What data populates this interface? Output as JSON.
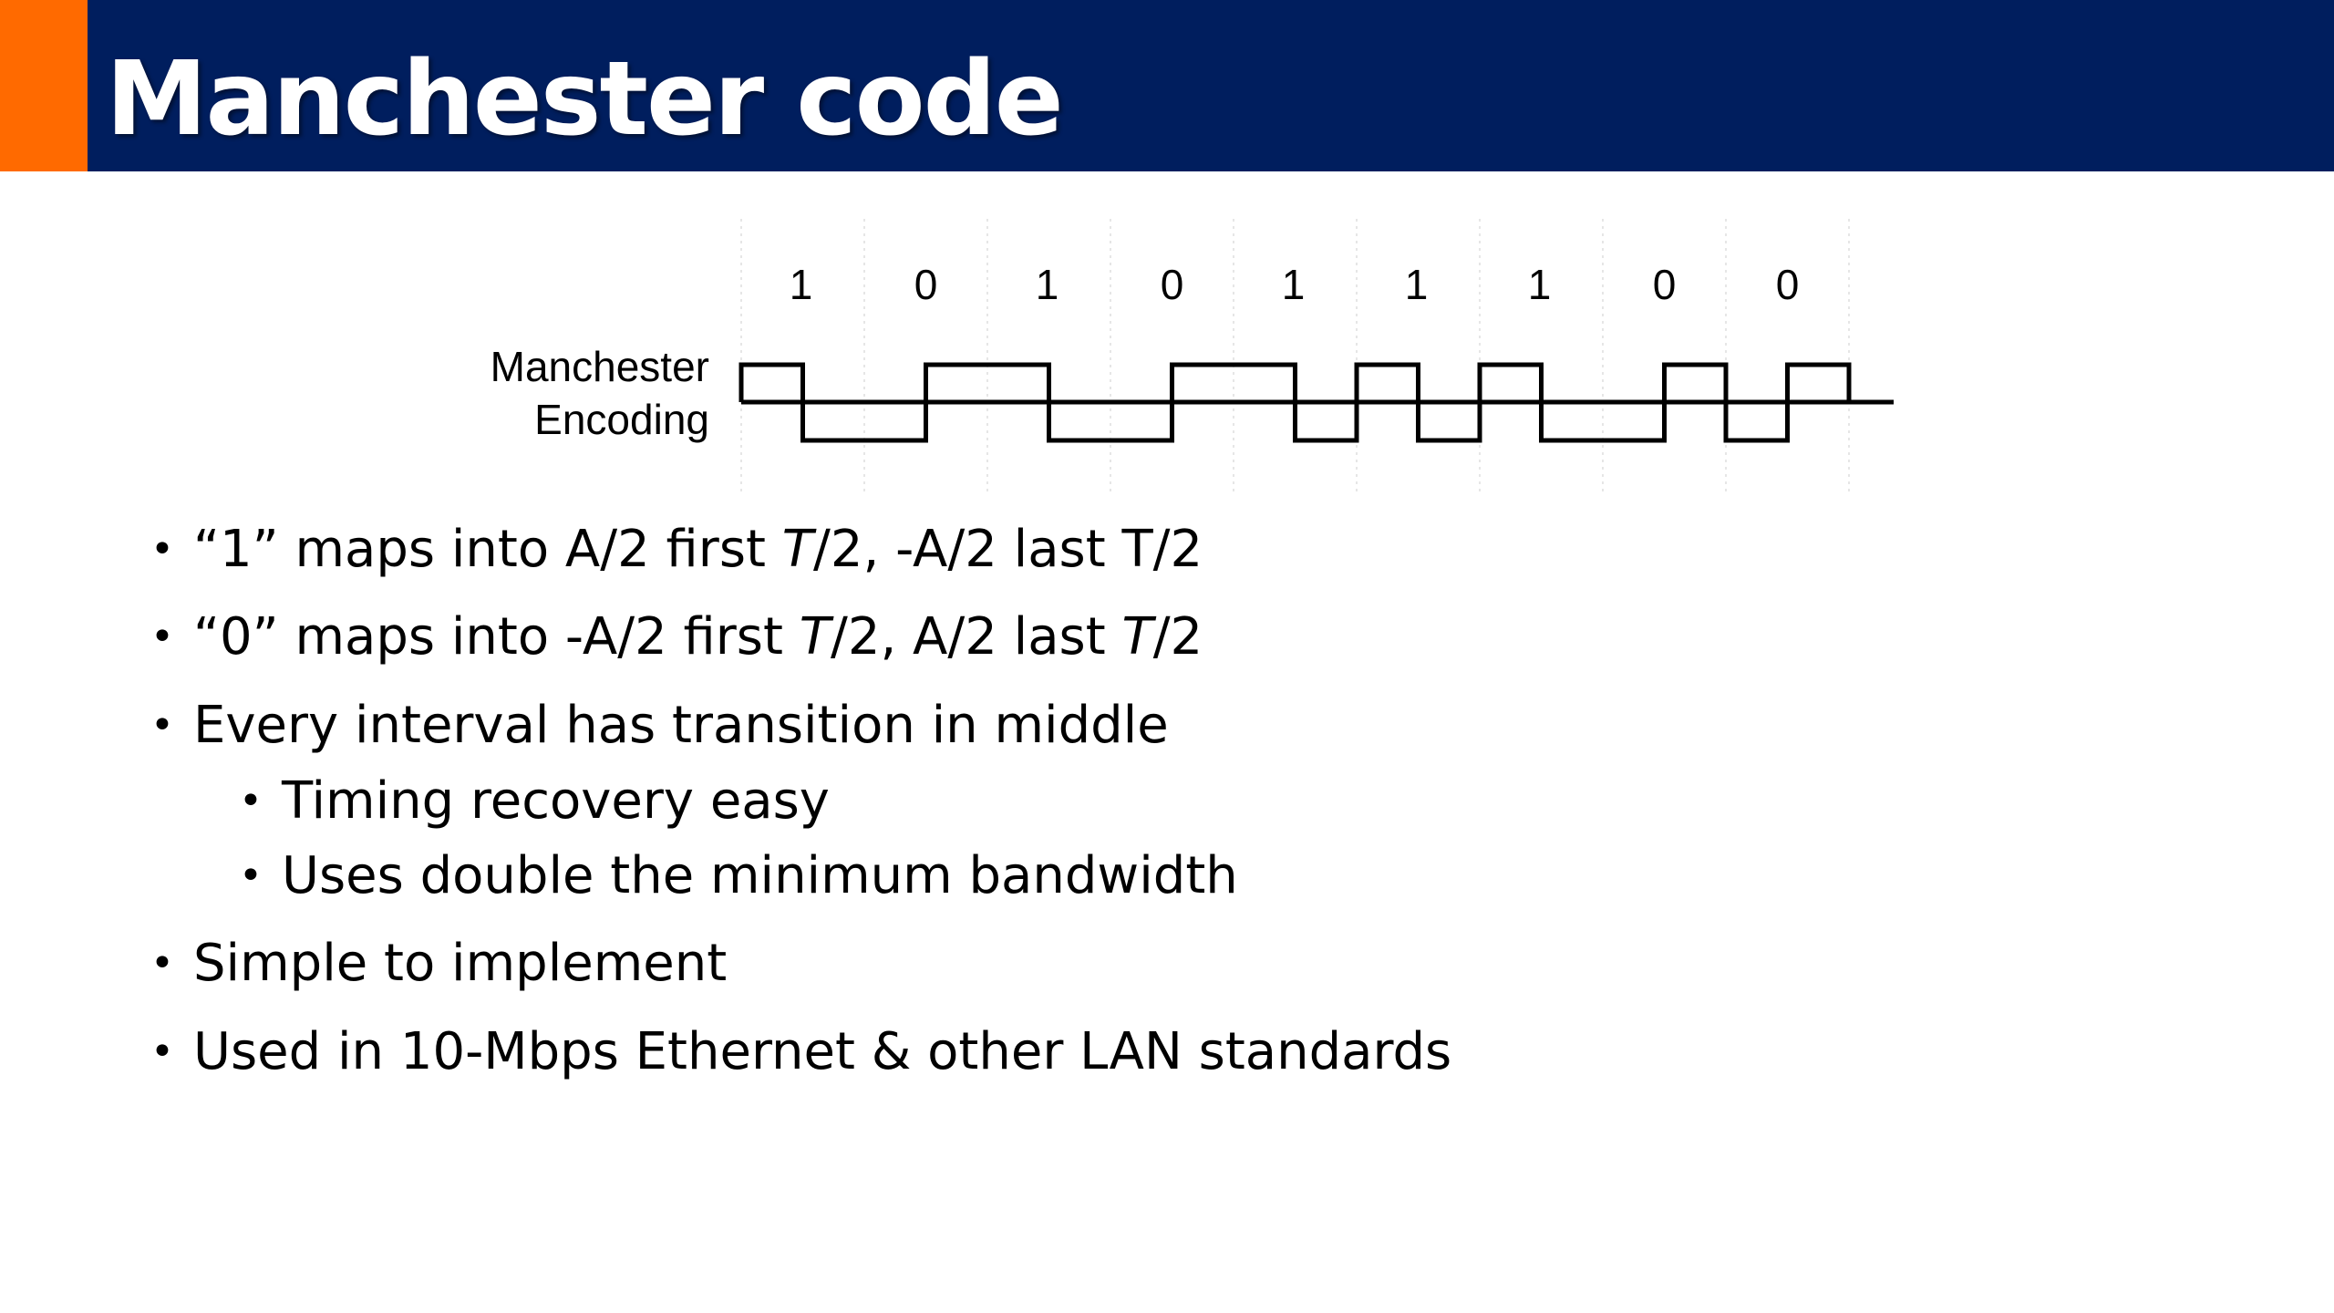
{
  "slide": {
    "title": "Manchester code",
    "colors": {
      "header_bg": "#001e5e",
      "accent": "#ff6a00",
      "title_text": "#ffffff"
    }
  },
  "diagram": {
    "label_line1": "Manchester",
    "label_line2": "Encoding",
    "bits": [
      "1",
      "0",
      "1",
      "0",
      "1",
      "1",
      "1",
      "0",
      "0"
    ],
    "encoding_rule": {
      "1": [
        "high",
        "low"
      ],
      "0": [
        "low",
        "high"
      ]
    }
  },
  "bullets": [
    {
      "level": 1,
      "segments": [
        {
          "text": "“1” maps into A/2 first ",
          "italic": false
        },
        {
          "text": "T",
          "italic": true
        },
        {
          "text": "/2, -A/2 last T/2",
          "italic": false
        }
      ]
    },
    {
      "level": 1,
      "segments": [
        {
          "text": "“0” maps into -A/2 first ",
          "italic": false
        },
        {
          "text": "T",
          "italic": true
        },
        {
          "text": "/2, A/2 last ",
          "italic": false
        },
        {
          "text": "T",
          "italic": true
        },
        {
          "text": "/2",
          "italic": false
        }
      ]
    },
    {
      "level": 1,
      "segments": [
        {
          "text": "Every interval has transition in middle",
          "italic": false
        }
      ]
    },
    {
      "level": 2,
      "segments": [
        {
          "text": "Timing recovery easy",
          "italic": false
        }
      ]
    },
    {
      "level": 2,
      "segments": [
        {
          "text": "Uses double the minimum bandwidth",
          "italic": false
        }
      ]
    },
    {
      "level": 1,
      "segments": [
        {
          "text": "Simple to implement",
          "italic": false
        }
      ]
    },
    {
      "level": 1,
      "segments": [
        {
          "text": "Used in 10-Mbps Ethernet & other LAN standards",
          "italic": false
        }
      ]
    }
  ],
  "bullet_symbol": "•"
}
